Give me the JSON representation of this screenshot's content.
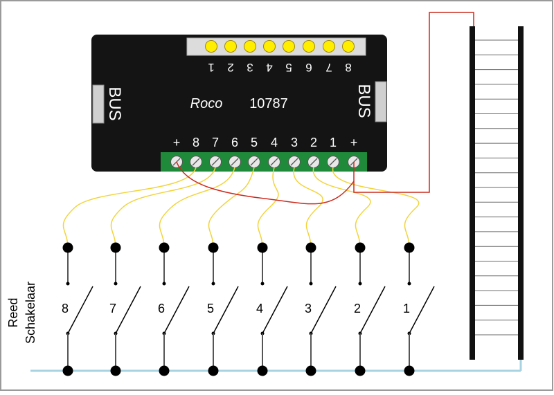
{
  "module": {
    "brand": "Roco",
    "model": "10787",
    "bus_left_label": "BUS",
    "bus_right_label": "BUS",
    "led_labels": [
      "1",
      "2",
      "3",
      "4",
      "5",
      "6",
      "7",
      "8"
    ],
    "terminal_labels": [
      "+",
      "8",
      "7",
      "6",
      "5",
      "4",
      "3",
      "2",
      "1",
      "+"
    ]
  },
  "switches": {
    "side_label_line1": "Reed",
    "side_label_line2": "Schakelaar",
    "numbers": [
      "8",
      "7",
      "6",
      "5",
      "4",
      "3",
      "2",
      "1"
    ]
  },
  "colors": {
    "module_body": "#141414",
    "led_yellow": "#ffee00",
    "terminal_block": "#1f8a3a",
    "wire_yellow": "#f2d43a",
    "wire_red": "#cc2a1e",
    "common_rail": "#a7d3e3",
    "track_rail": "#111111"
  }
}
